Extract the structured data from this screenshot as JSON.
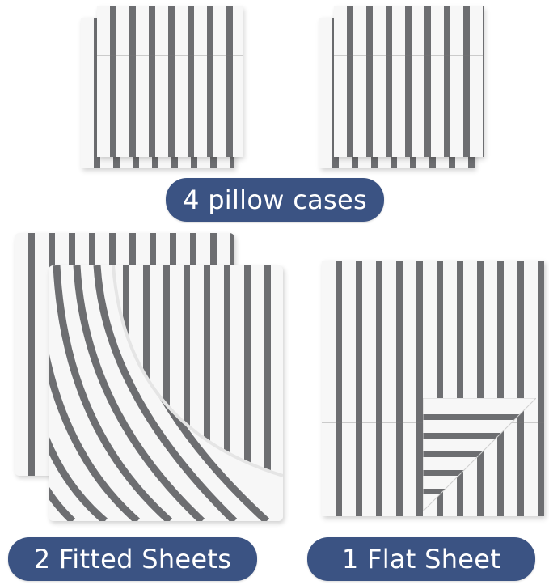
{
  "labels": {
    "pillow_cases": "4 pillow cases",
    "fitted_sheets": "2 Fitted Sheets",
    "flat_sheet": "1 Flat Sheet"
  },
  "colors": {
    "label_background": "#3b5383",
    "label_text": "#ffffff",
    "stripe_gray": "#6d6e71",
    "fabric_white": "#f7f7f7",
    "page_background": "#ffffff"
  },
  "items": [
    {
      "name": "pillow case set left",
      "pattern": "vertical gray stripes"
    },
    {
      "name": "pillow case set right",
      "pattern": "vertical gray stripes"
    },
    {
      "name": "fitted sheets",
      "pattern": "vertical gray stripes with curved elastic corner"
    },
    {
      "name": "flat sheet",
      "pattern": "vertical gray stripes with folded corner"
    }
  ]
}
